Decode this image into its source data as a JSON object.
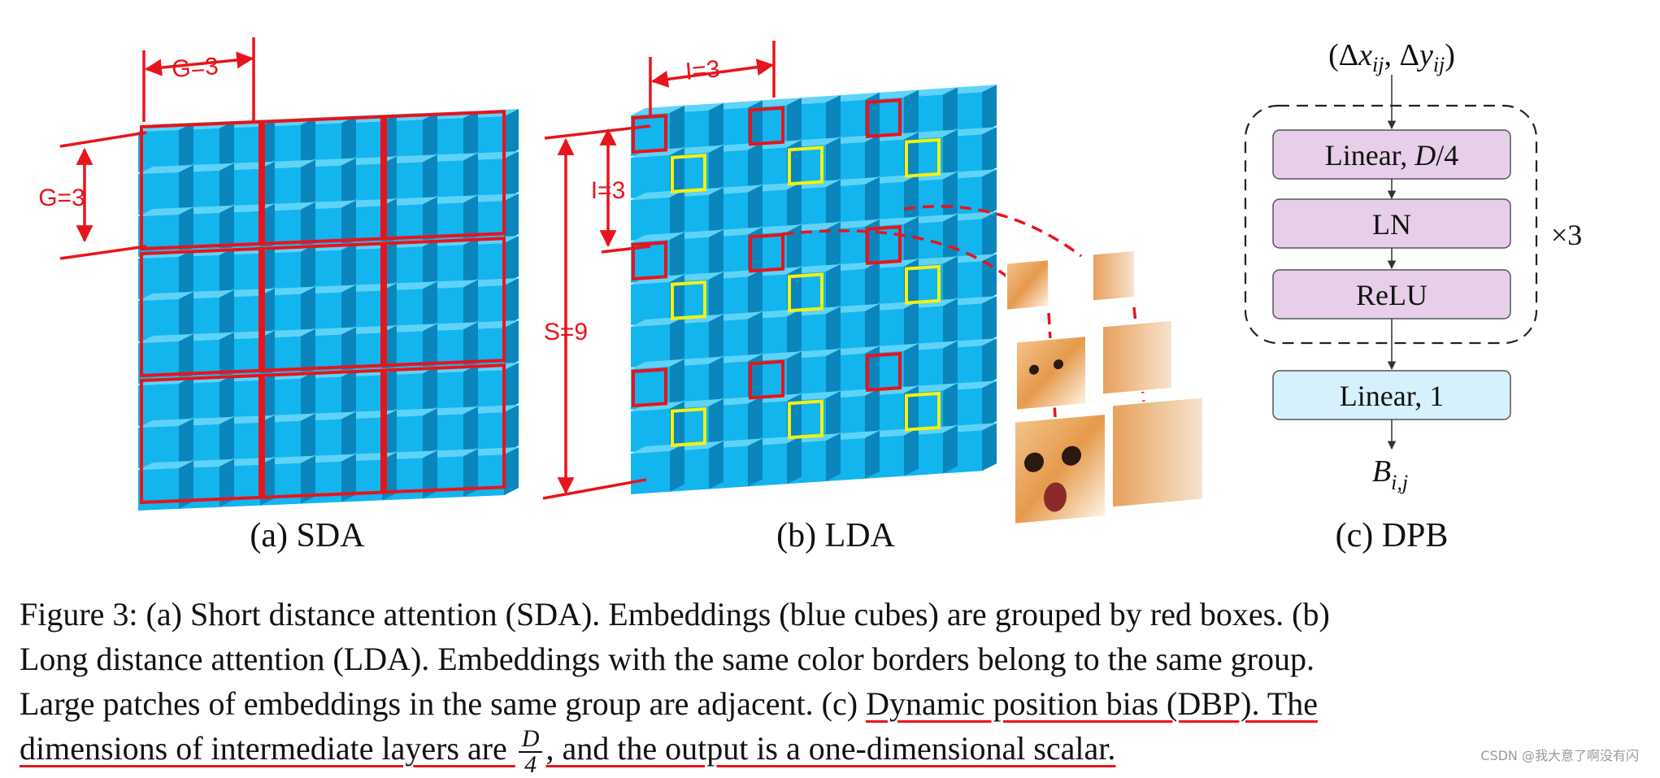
{
  "figure": {
    "sda": {
      "caption": "(a) SDA",
      "group_h_label": "G=3",
      "group_v_label": "G=3"
    },
    "lda": {
      "caption": "(b) LDA",
      "interval_h_label": "I=3",
      "interval_v_label": "I=3",
      "size_label": "S=9"
    },
    "dpb": {
      "caption": "(c) DPB",
      "input_label": "(Δx_ij, Δy_ij)",
      "layers": [
        "Linear, D/4",
        "LN",
        "ReLU"
      ],
      "repeat_label": "×3",
      "output_layer": "Linear, 1",
      "output_label": "B_i,j"
    },
    "colors": {
      "cube_face": "#13b5ee",
      "cube_top": "#5ed3f7",
      "cube_side": "#0a86bd",
      "group_red": "#e8141c",
      "group_yellow": "#f2f211",
      "layer_purple": "#e7cfe9",
      "layer_blue": "#d6f1fb"
    }
  },
  "caption": {
    "line1": "Figure 3: (a) Short distance attention (SDA). Embeddings (blue cubes) are grouped by red boxes. (b)",
    "line2": "Long distance attention (LDA). Embeddings with the same color borders belong to the same group.",
    "line3_plain": "Large patches of embeddings in the same group are adjacent. (c) ",
    "line3_underlined": "Dynamic position bias (DBP). The",
    "line4_a": "dimensions of intermediate layers are ",
    "frac_num": "D",
    "frac_den": "4",
    "line4_b": ", and the output is a one-dimensional scalar."
  },
  "watermark": "CSDN @我大意了啊没有闪"
}
